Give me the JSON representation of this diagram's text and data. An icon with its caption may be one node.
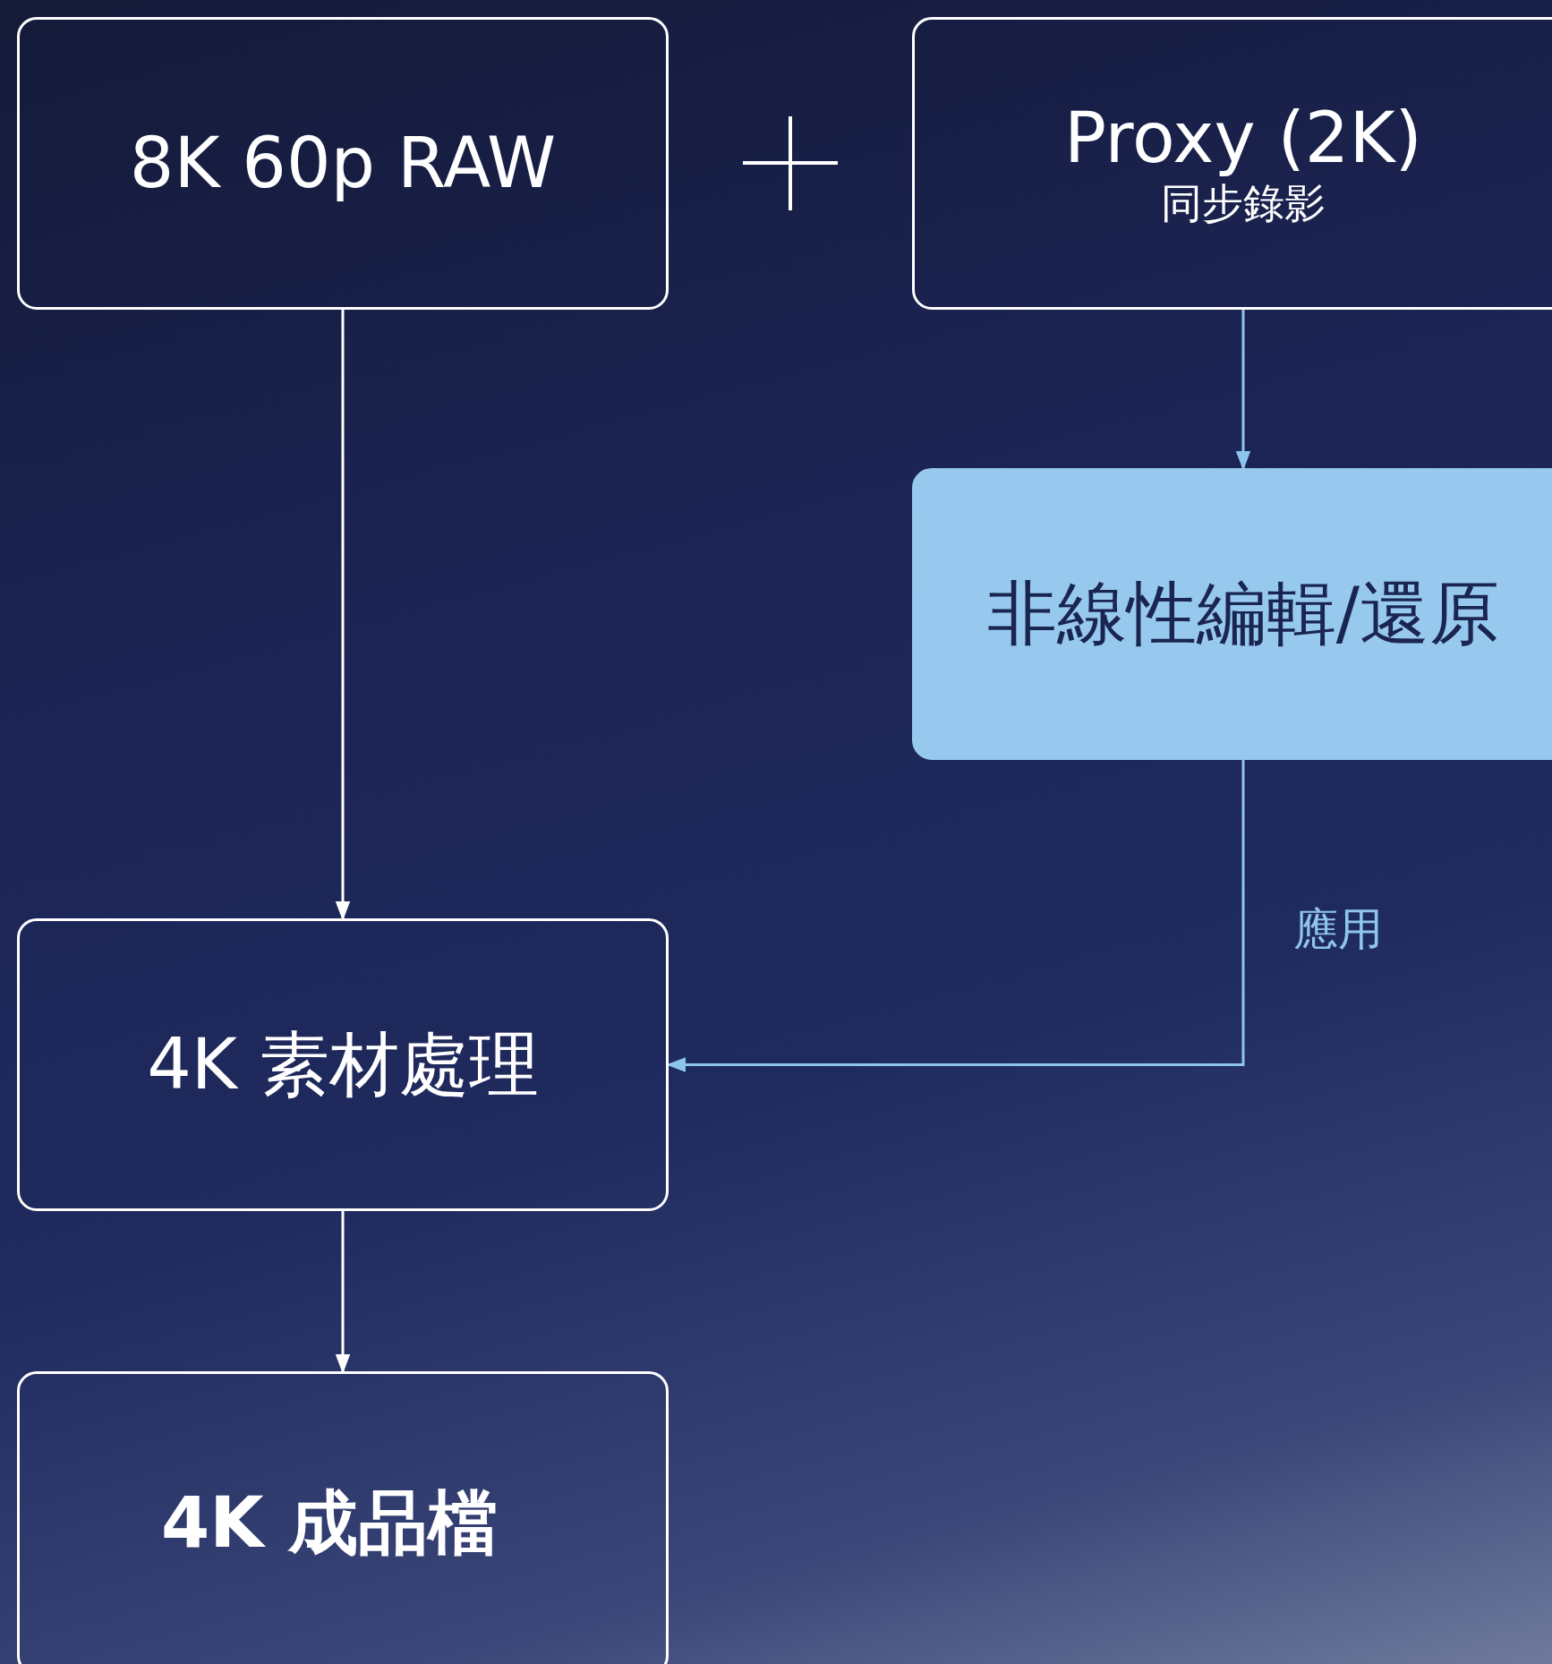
{
  "diagram": {
    "nodes": [
      {
        "text": [
          "8K 60p RAW"
        ]
      },
      {
        "text": [
          "Proxy (2K)",
          "同步錄影"
        ]
      },
      {
        "text": [
          "非線性編輯/還原"
        ]
      },
      {
        "text": [
          "4K 素材處理"
        ]
      },
      {
        "text": [
          "4K 成品檔"
        ]
      }
    ],
    "edges": [
      {
        "from": 0,
        "to": 3,
        "arrow": "to"
      },
      {
        "from": 1,
        "to": 2,
        "arrow": "to",
        "color": "#8ec5ec"
      },
      {
        "from": 2,
        "to": 3,
        "arrow": "to",
        "label": "應用",
        "color": "#8ec5ec"
      },
      {
        "from": 3,
        "to": 4,
        "arrow": "to"
      }
    ]
  }
}
